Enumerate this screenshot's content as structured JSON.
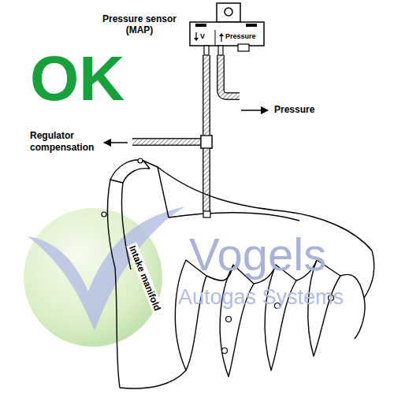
{
  "diagram": {
    "nodes": [
      {
        "text": [
          "Pressure sensor (MAP)",
          "V",
          "Pressure"
        ]
      },
      {
        "text": [
          "Intake manifold"
        ]
      }
    ],
    "edges": [
      {
        "from": 0,
        "to": 1,
        "arrow": "none"
      }
    ],
    "labels": [
      "OK",
      "Pressure",
      "Regulator compensation",
      "Vogels",
      "Autogas Systems"
    ]
  }
}
